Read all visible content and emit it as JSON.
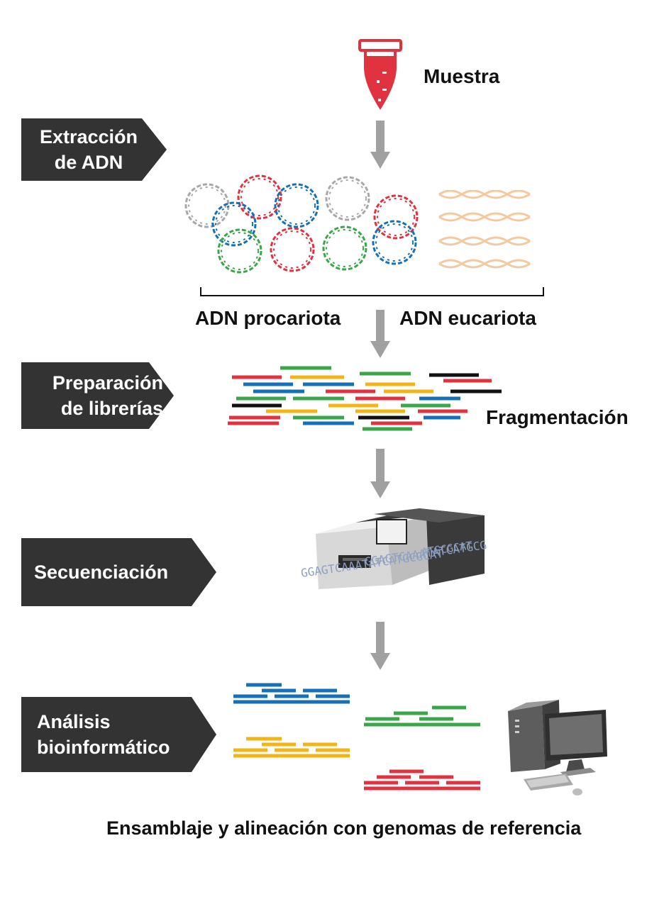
{
  "sample": {
    "label": "Muestra",
    "icon": "sample-tube-icon"
  },
  "steps": [
    {
      "lines": [
        "Extracción",
        "de ADN"
      ]
    },
    {
      "lines": [
        "Preparación",
        "de librerías"
      ]
    },
    {
      "lines": [
        "Secuenciación"
      ]
    },
    {
      "lines": [
        "Análisis",
        "bioinformático"
      ]
    }
  ],
  "dna": {
    "prokaryote_label": "ADN procariota",
    "eukaryote_label": "ADN eucariota"
  },
  "fragmentation": {
    "label": "Fragmentación"
  },
  "sequencer": {
    "icon": "sequencer-icon",
    "sequence_text": [
      "GGAGTCAAATATCATGCGCAT",
      "GGAGTCAAATATCATGCG",
      "ATGCGCAT"
    ]
  },
  "analysis": {
    "label": "Ensamblaje y alineación con genomas de referencia",
    "icon": "computer-icon"
  },
  "colors": {
    "step_bg": "#333333",
    "arrow": "#a0a0a0",
    "red": "#e0323f",
    "blue": "#1670b8",
    "green": "#3aa64a",
    "yellow": "#f2b416",
    "black": "#111111",
    "gray_dna": "#a8a8a8",
    "eukaryote": "#f3c9a0"
  }
}
